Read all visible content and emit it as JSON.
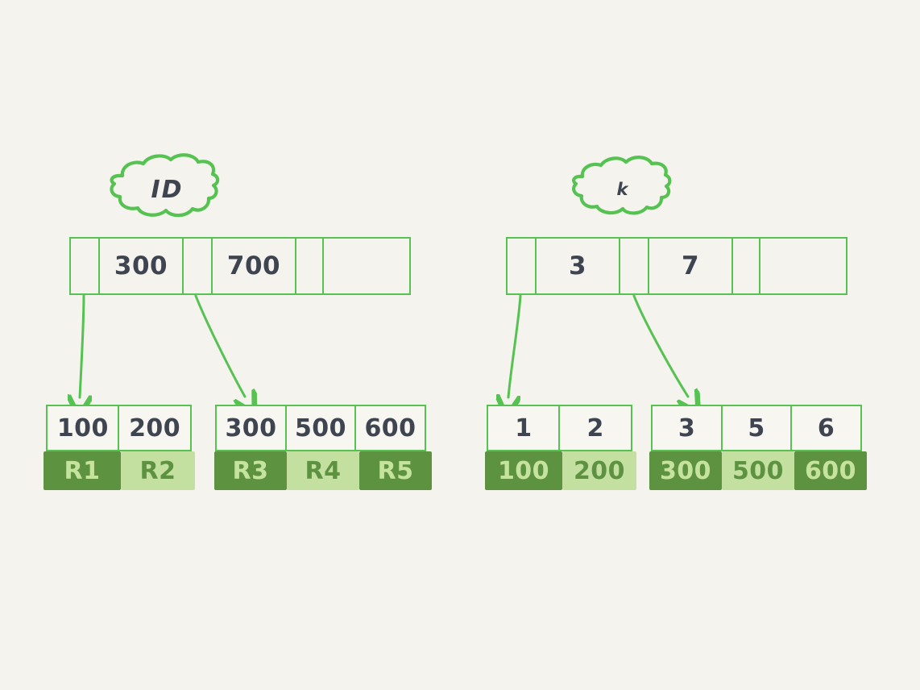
{
  "meta": {
    "background_color": "#f4f3ee",
    "line_color": "#56c251",
    "ink_color": "#3e4450",
    "record_dark_color": "#5d9241",
    "record_light_color": "#c4e0a1"
  },
  "trees": {
    "left": {
      "cloud_label": "ID",
      "root": {
        "cells": [
          {
            "type": "pointer",
            "text": ""
          },
          {
            "type": "key",
            "text": "300"
          },
          {
            "type": "pointer",
            "text": ""
          },
          {
            "type": "key",
            "text": "700"
          },
          {
            "type": "pointer",
            "text": ""
          },
          {
            "type": "empty",
            "text": ""
          }
        ]
      },
      "leaves": [
        {
          "keys": [
            "100",
            "200"
          ],
          "records": [
            {
              "label": "R1",
              "shade": "dark"
            },
            {
              "label": "R2",
              "shade": "light"
            }
          ]
        },
        {
          "keys": [
            "300",
            "500",
            "600"
          ],
          "records": [
            {
              "label": "R3",
              "shade": "dark"
            },
            {
              "label": "R4",
              "shade": "light"
            },
            {
              "label": "R5",
              "shade": "dark"
            }
          ]
        }
      ]
    },
    "right": {
      "cloud_label": "k",
      "root": {
        "cells": [
          {
            "type": "pointer",
            "text": ""
          },
          {
            "type": "key",
            "text": "3"
          },
          {
            "type": "pointer",
            "text": ""
          },
          {
            "type": "key",
            "text": "7"
          },
          {
            "type": "pointer",
            "text": ""
          },
          {
            "type": "empty",
            "text": ""
          }
        ]
      },
      "leaves": [
        {
          "keys": [
            "1",
            "2"
          ],
          "records": [
            {
              "label": "100",
              "shade": "dark"
            },
            {
              "label": "200",
              "shade": "light"
            }
          ]
        },
        {
          "keys": [
            "3",
            "5",
            "6"
          ],
          "records": [
            {
              "label": "300",
              "shade": "dark"
            },
            {
              "label": "500",
              "shade": "light"
            },
            {
              "label": "600",
              "shade": "dark"
            }
          ]
        }
      ]
    }
  }
}
